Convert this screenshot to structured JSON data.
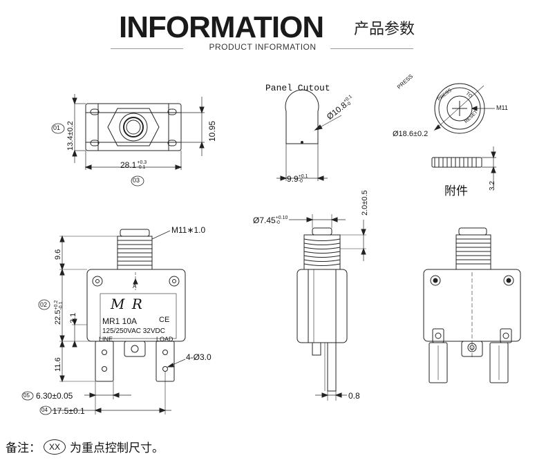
{
  "header": {
    "title": "INFORMATION",
    "title_cn": "产品参数",
    "subtitle": "PRODUCT INFORMATION"
  },
  "top_view": {
    "dim_height": "13.4±0.2",
    "dim_inner_height": "10.95",
    "dim_width": "28.1",
    "dim_width_tol_upper": "+0.3",
    "dim_width_tol_lower": "-0.1",
    "callout_01": "01",
    "callout_03": "03"
  },
  "panel_cutout": {
    "title": "Panel Cutout",
    "dim_dia": "Ø10.8",
    "dim_dia_tol_upper": "+0.1",
    "dim_dia_tol_lower": "-0",
    "dim_flat": "9.9",
    "dim_flat_tol_upper": "+0.1",
    "dim_flat_tol_lower": "-0"
  },
  "accessory": {
    "press_label": "PRESS",
    "ring_press": "PRESS",
    "ring_to": "TO",
    "ring_reset": "RESET",
    "thread_label": "M11",
    "dim_dia": "Ø18.6±0.2",
    "thickness": "3.2",
    "label_cn": "附件"
  },
  "front_view": {
    "thread_label": "M11∗1.0",
    "dim_96": "9.6",
    "dim_225": "22.5",
    "dim_225_tol_upper": "+0.2",
    "dim_225_tol_lower": "-0.1",
    "dim_31": "3.1",
    "dim_116": "11.6",
    "callout_02": "02",
    "brand": "M R",
    "model": "MR1  10A",
    "ce": "CE",
    "rating": "125/250VAC  32VDC",
    "line": "LINE",
    "load": "LOAD",
    "arrow_a": "A",
    "holes": "4-Ø3.0",
    "dim_630": "6.30±0.05",
    "dim_175": "17.5±0.1",
    "callout_05": "05",
    "callout_04": "04"
  },
  "side_view": {
    "dim_dia": "Ø7.45",
    "dim_dia_tol_upper": "+0.10",
    "dim_dia_tol_lower": "-0",
    "dim_20": "2.0±0.5",
    "dim_08": "0.8"
  },
  "footer": {
    "prefix": "备注：",
    "badge": "XX",
    "text": "为重点控制尺寸。"
  }
}
